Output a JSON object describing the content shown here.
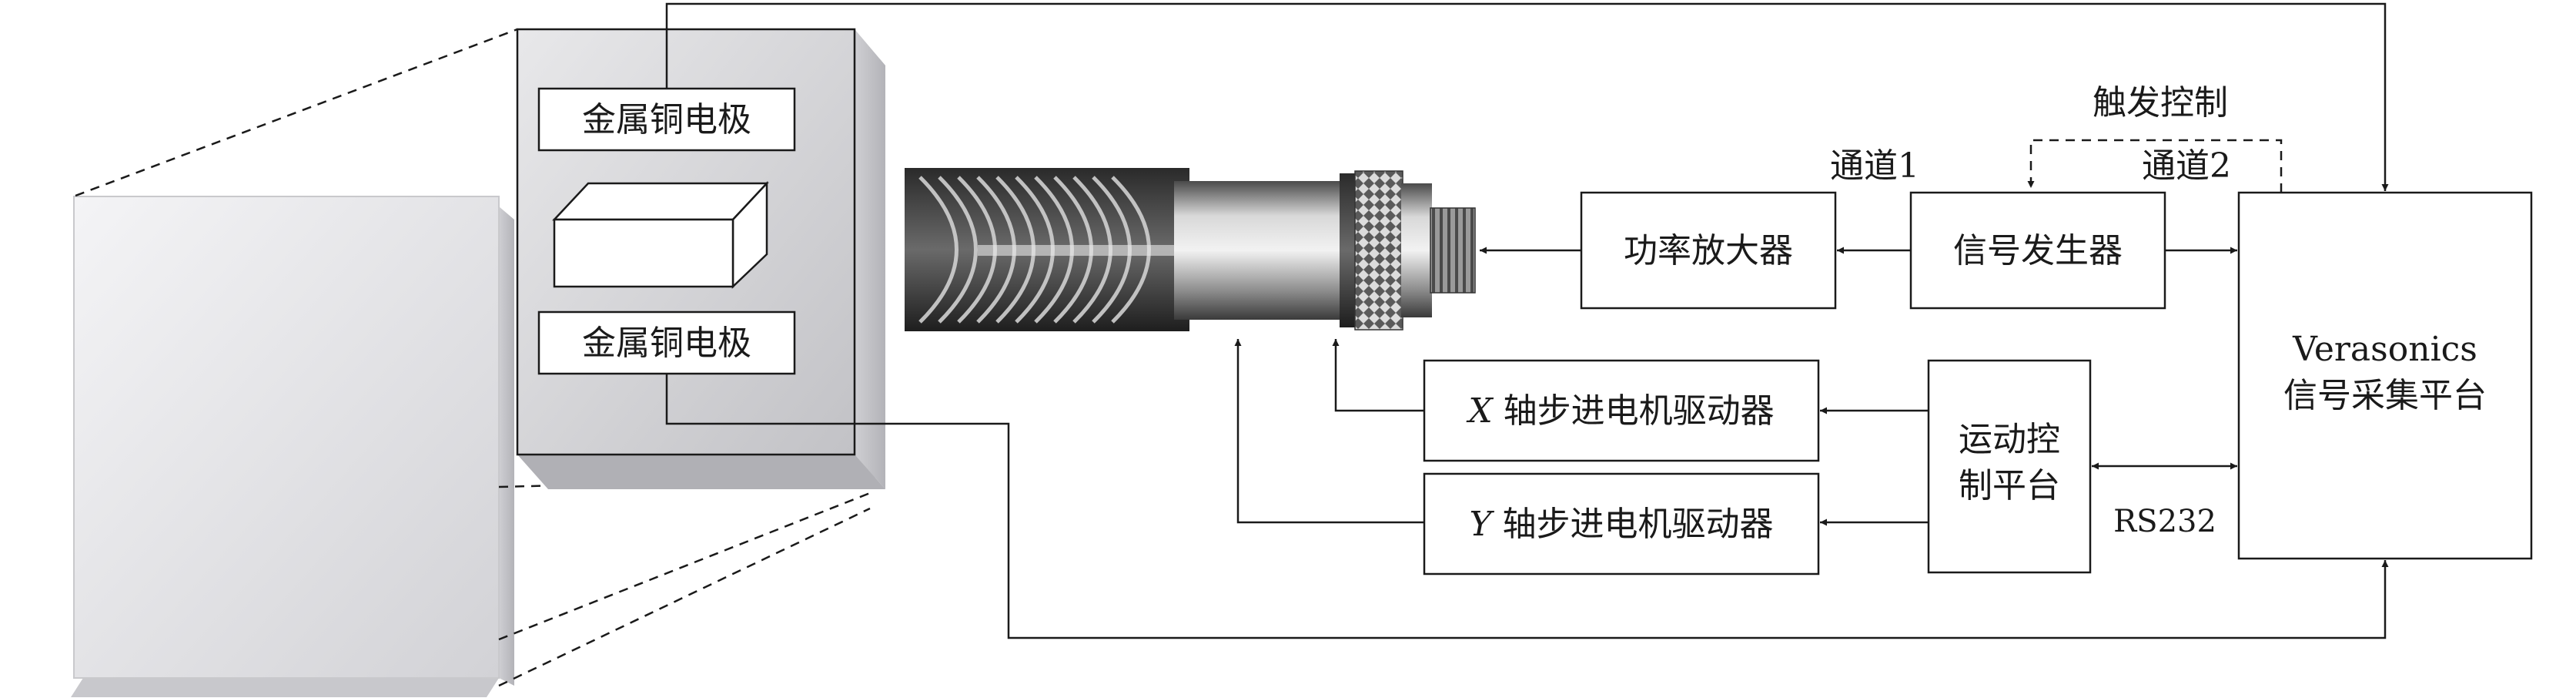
{
  "electrode_top": "金属铜电极",
  "electrode_bottom": "金属铜电极",
  "power_amp": "功率放大器",
  "signal_gen": "信号发生器",
  "trigger": "触发控制",
  "channel1": "通道1",
  "channel2": "通道2",
  "verasonics_line1": "Verasonics",
  "verasonics_line2": "信号采集平台",
  "x_axis_letter": "X",
  "x_driver": " 轴步进电机驱动器",
  "y_axis_letter": "Y",
  "y_driver": " 轴步进电机驱动器",
  "motion_line1": "运动控",
  "motion_line2": "制平台",
  "rs232": "RS232"
}
